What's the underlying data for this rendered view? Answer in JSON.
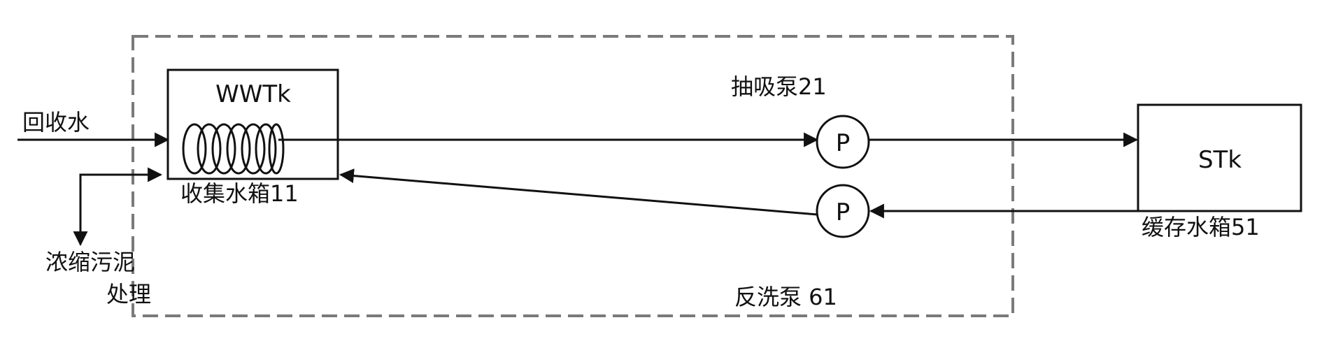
{
  "diagram": {
    "inflow_label": "回收水",
    "collection_tank": {
      "name": "WWTk",
      "label": "收集水箱11"
    },
    "suction_pump": {
      "symbol": "P",
      "label": "抽吸泵21"
    },
    "backwash_pump": {
      "symbol": "P",
      "label": "反洗泵  61"
    },
    "buffer_tank": {
      "name": "STk",
      "label": "缓存水箱51"
    },
    "sludge_label_line1": "浓缩污泥",
    "sludge_label_line2": "处理"
  }
}
